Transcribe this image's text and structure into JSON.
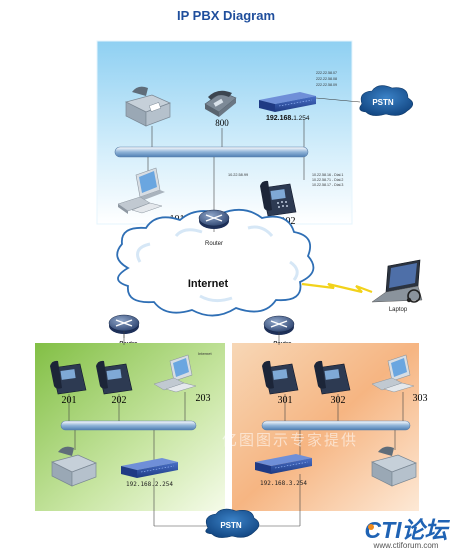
{
  "title": "IP  PBX Diagram",
  "top": {
    "ext_fax_phone": "800",
    "ext_pc": "101",
    "ext_ipphone": "102",
    "pbx_ip_prefix": "192.168.",
    "pbx_ip_suffix": "1.254",
    "trunk_ips": [
      "222.22.58.07",
      "222.22.58.08",
      "222.22.58.09"
    ],
    "router_ip": "10.22.58.99",
    "sip_lines": [
      "10.22.58.16 - Dial.1",
      "10.22.58.71 - Dial.2",
      "10.22.58.17 - Dial.3"
    ],
    "pstn": "PSTN",
    "router": "Router"
  },
  "internet": "Internet",
  "laptop": "Laptop",
  "left_branch": {
    "router": "Router",
    "internet_tag": "Internet",
    "ext_a": "201",
    "ext_b": "202",
    "ext_c": "203",
    "pbx_ip": "192.168.2.254"
  },
  "right_branch": {
    "router": "Router",
    "ext_a": "301",
    "ext_b": "302",
    "ext_c": "303",
    "pbx_ip": "192.168.3.254"
  },
  "bottom_pstn": "PSTN",
  "watermark": "亿图图示专家提供",
  "brand": {
    "logo_text": "CTI论坛",
    "url": "www.ctiforum.com"
  },
  "colors": {
    "top_zone": "#b9e3f7",
    "left_zone": "#9ccc63",
    "right_zone": "#f3c9a0",
    "pstn": "#1b5aa0",
    "title": "#1f4e9c"
  }
}
